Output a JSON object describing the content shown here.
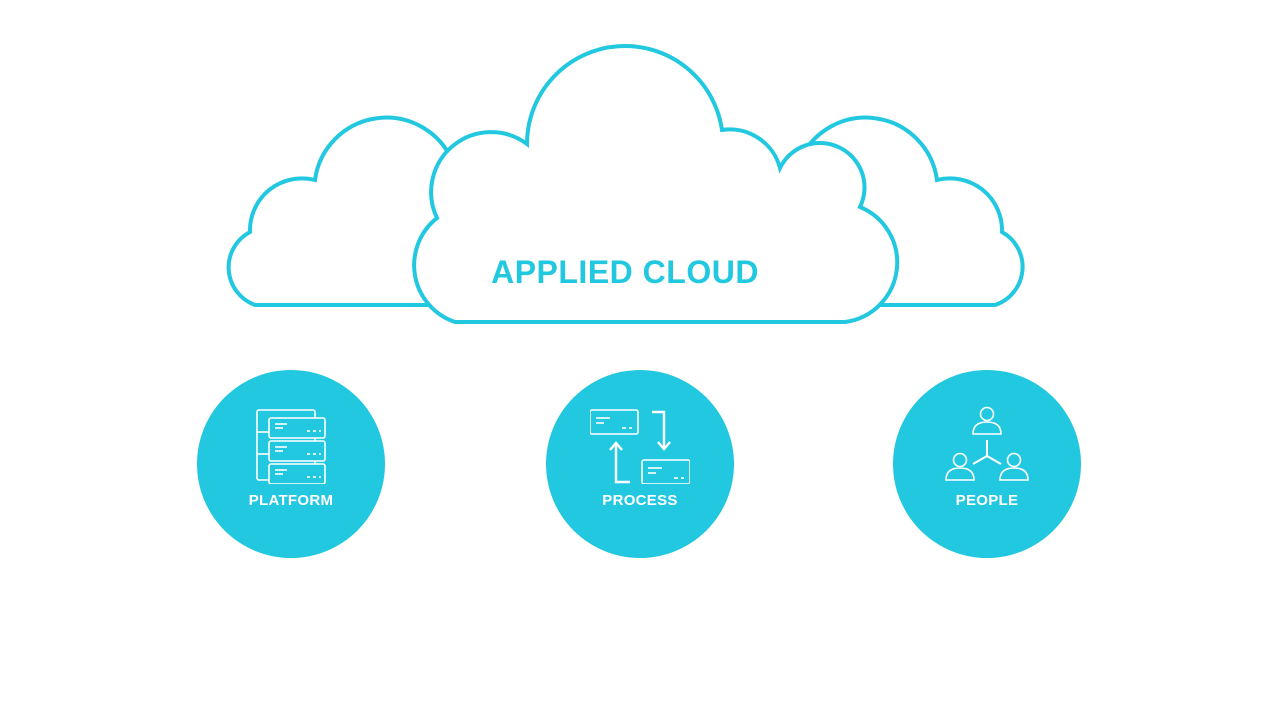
{
  "colors": {
    "accent": "#22c8e0",
    "cloud_fill": "#ffffff",
    "background": "#ffffff",
    "icon_stroke": "#ffffff"
  },
  "cloud": {
    "title": "APPLIED CLOUD"
  },
  "pillars": [
    {
      "label": "PLATFORM",
      "icon": "server-stack-icon"
    },
    {
      "label": "PROCESS",
      "icon": "workflow-arrows-icon"
    },
    {
      "label": "PEOPLE",
      "icon": "team-network-icon"
    }
  ]
}
